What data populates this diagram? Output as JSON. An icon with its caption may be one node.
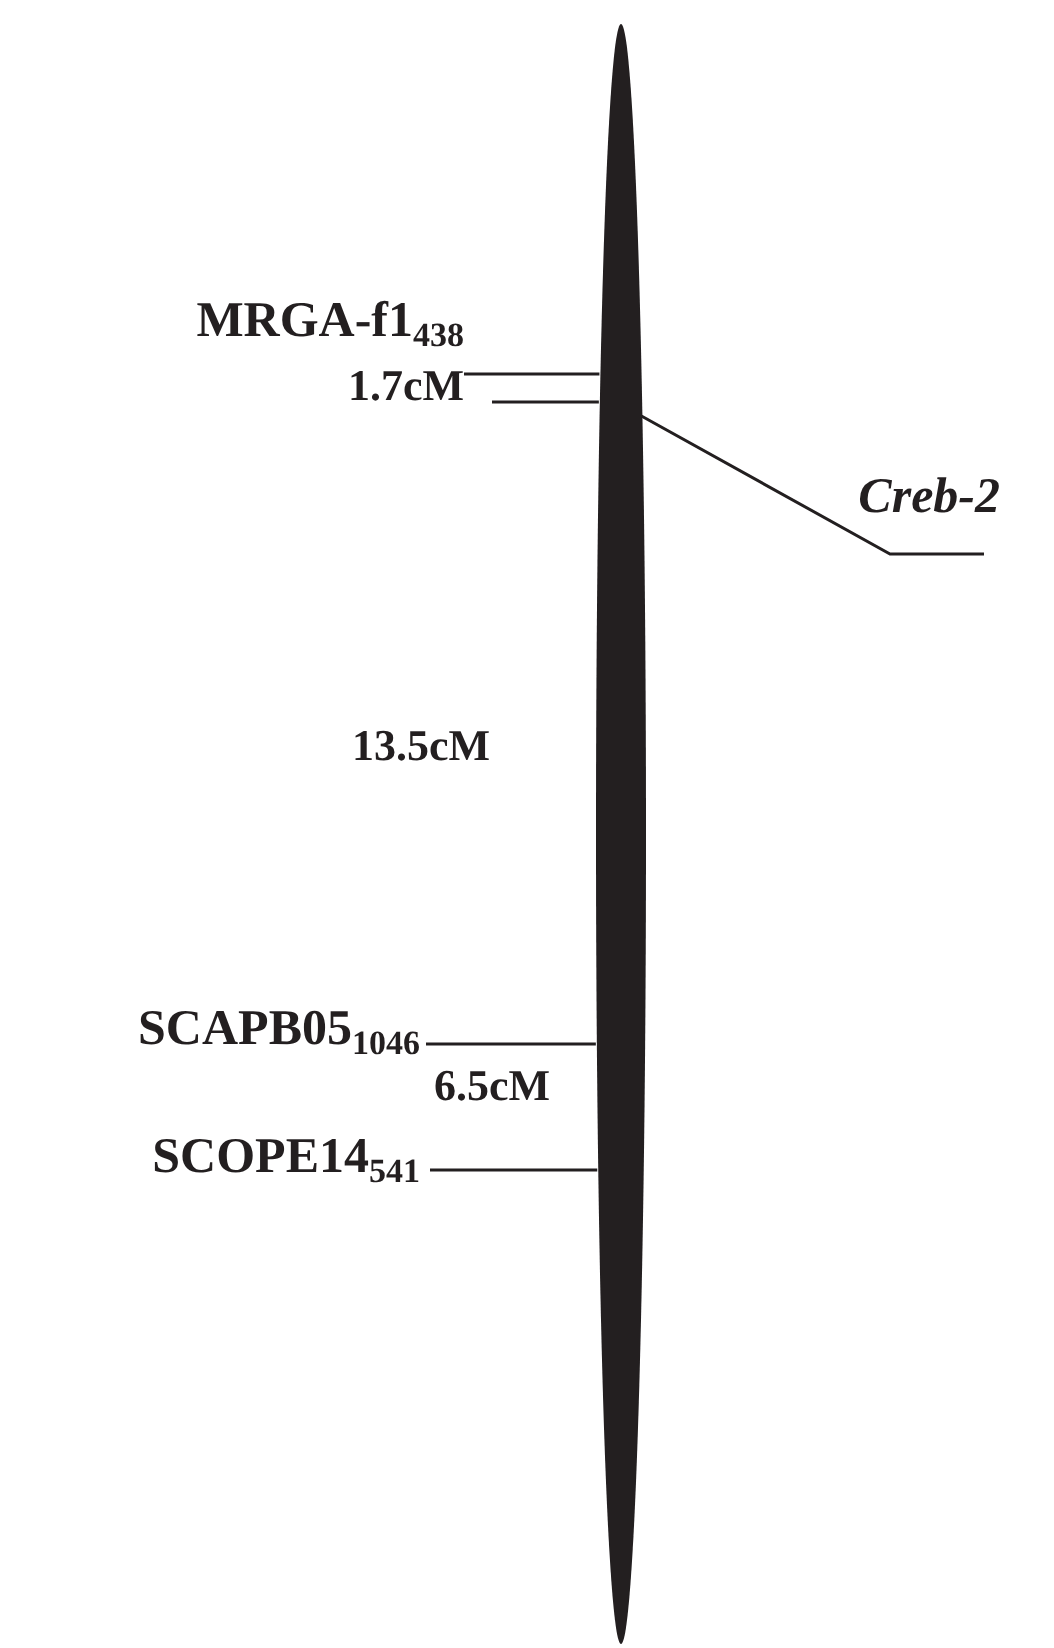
{
  "diagram": {
    "nodes": [
      {
        "text": [],
        "shape": "bar"
      },
      {
        "text": [
          "MRGA-f1$_{438}$"
        ]
      },
      {
        "text": [
          "Creb-2"
        ]
      },
      {
        "text": [
          "SCAPB05$_{1046}$"
        ]
      },
      {
        "text": [
          "SCOPE14$_{541}$"
        ]
      }
    ],
    "edges": [
      {
        "from": 1,
        "to": 0,
        "arrow": "none"
      },
      {
        "from": 2,
        "to": 0,
        "arrow": "none"
      },
      {
        "from": 3,
        "to": 0,
        "arrow": "none"
      },
      {
        "from": 4,
        "to": 0,
        "arrow": "none"
      }
    ],
    "labels": [
      "1.7cM",
      "13.5cM",
      "6.5cM"
    ]
  }
}
